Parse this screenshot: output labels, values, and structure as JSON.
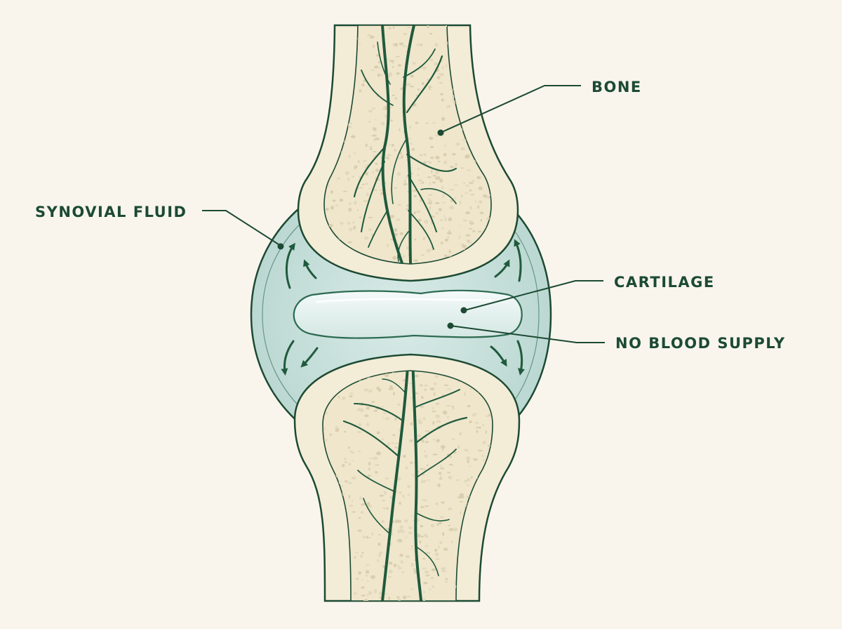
{
  "labels": {
    "bone": "BONE",
    "synovial_fluid": "SYNOVIAL FLUID",
    "cartilage": "CARTILAGE",
    "no_blood_supply": "NO BLOOD SUPPLY"
  },
  "colors": {
    "background": "#f9f5ec",
    "outline": "#1c4a33",
    "vessel": "#1f5a3c",
    "bone_cortex": "#f3ecd7",
    "bone_marrow": "#efe6cc",
    "synovial_fluid": "#c4ddd8",
    "cartilage": "#e6f0ee"
  }
}
